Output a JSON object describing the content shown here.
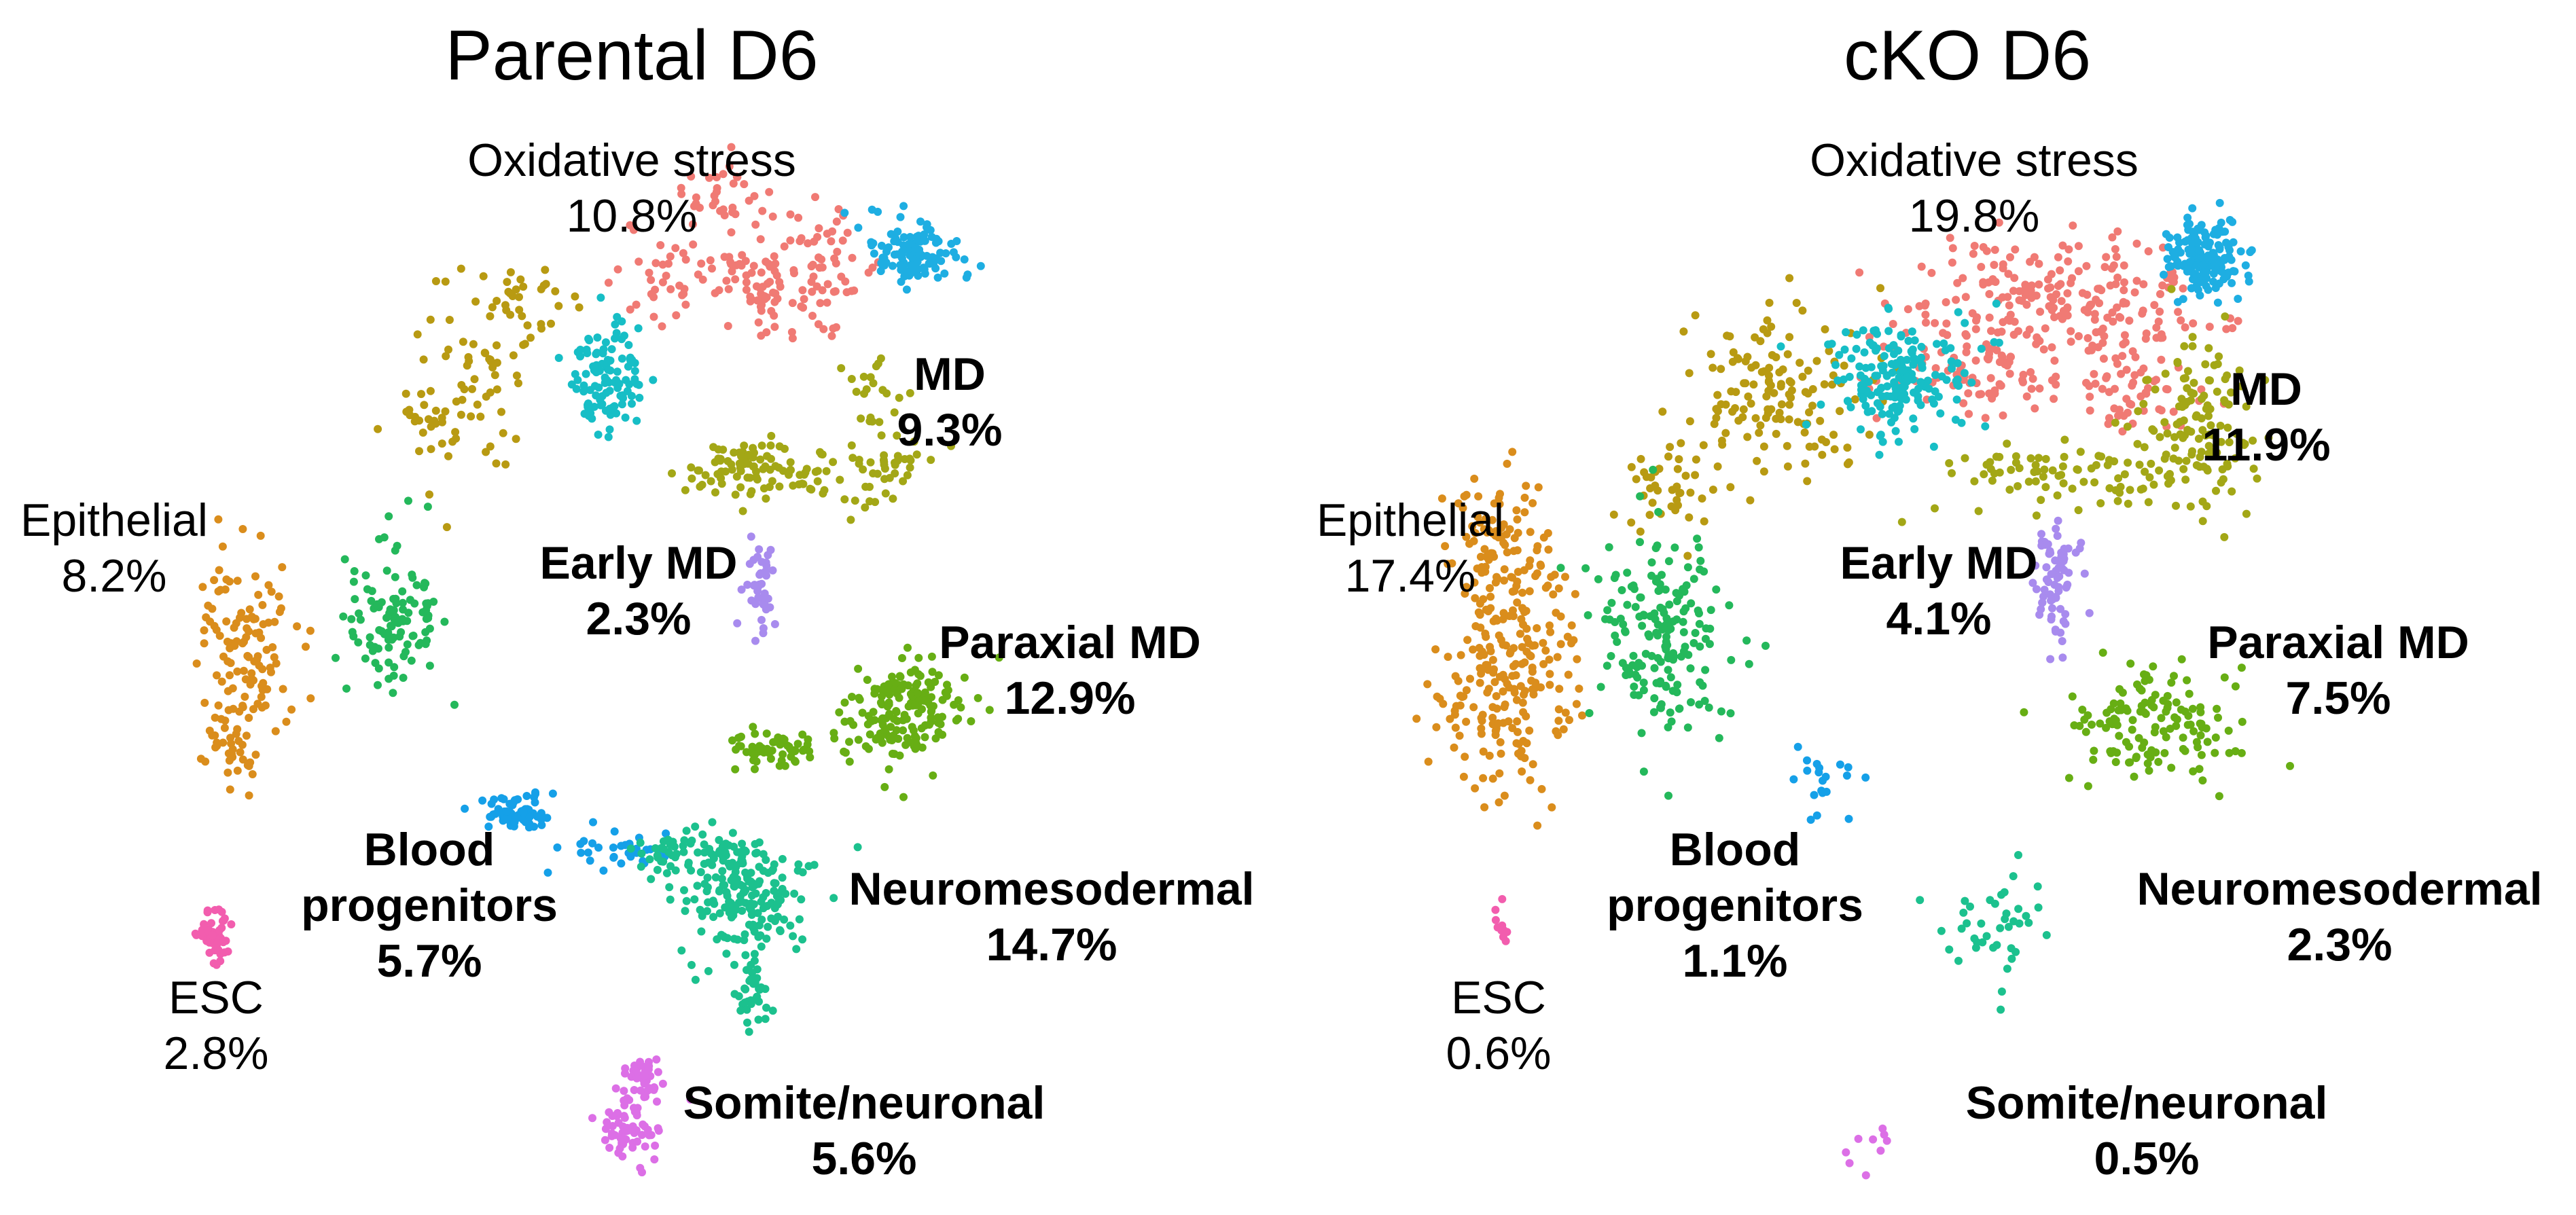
{
  "chart_data": [
    {
      "type": "scatter",
      "title": "Parental D6",
      "clusters": [
        {
          "key": "oxidative",
          "name": "Oxidative stress",
          "percent": "10.8%",
          "bold": false,
          "color": "#F07A74"
        },
        {
          "key": "md",
          "name": "MD",
          "percent": "9.3%",
          "bold": true,
          "color": "#A3A716"
        },
        {
          "key": "epithelial",
          "name": "Epithelial",
          "percent": "8.2%",
          "bold": false,
          "color": "#DA8D1C"
        },
        {
          "key": "early_md",
          "name": "Early MD",
          "percent": "2.3%",
          "bold": true,
          "color": "#A88BEE"
        },
        {
          "key": "paraxial_md",
          "name": "Paraxial MD",
          "percent": "12.9%",
          "bold": true,
          "color": "#67AE14"
        },
        {
          "key": "blood",
          "name": "Blood progenitors",
          "percent": "5.7%",
          "bold": true,
          "color": "#15A0E8"
        },
        {
          "key": "neuromeso",
          "name": "Neuromesodermal",
          "percent": "14.7%",
          "bold": true,
          "color": "#1CC18E"
        },
        {
          "key": "esc",
          "name": "ESC",
          "percent": "2.8%",
          "bold": false,
          "color": "#F25DAE"
        },
        {
          "key": "somite",
          "name": "Somite/neuronal",
          "percent": "5.6%",
          "bold": true,
          "color": "#DC6FE6"
        }
      ]
    },
    {
      "type": "scatter",
      "title": "cKO D6",
      "clusters": [
        {
          "key": "oxidative",
          "name": "Oxidative stress",
          "percent": "19.8%",
          "bold": false,
          "color": "#F07A74"
        },
        {
          "key": "md",
          "name": "MD",
          "percent": "11.9%",
          "bold": true,
          "color": "#A3A716"
        },
        {
          "key": "epithelial",
          "name": "Epithelial",
          "percent": "17.4%",
          "bold": false,
          "color": "#DA8D1C"
        },
        {
          "key": "early_md",
          "name": "Early MD",
          "percent": "4.1%",
          "bold": true,
          "color": "#A88BEE"
        },
        {
          "key": "paraxial_md",
          "name": "Paraxial MD",
          "percent": "7.5%",
          "bold": true,
          "color": "#67AE14"
        },
        {
          "key": "blood",
          "name": "Blood progenitors",
          "percent": "1.1%",
          "bold": true,
          "color": "#15A0E8"
        },
        {
          "key": "neuromeso",
          "name": "Neuromesodermal",
          "percent": "2.3%",
          "bold": true,
          "color": "#1CC18E"
        },
        {
          "key": "esc",
          "name": "ESC",
          "percent": "0.6%",
          "bold": false,
          "color": "#F25DAE"
        },
        {
          "key": "somite",
          "name": "Somite/neuronal",
          "percent": "0.5%",
          "bold": true,
          "color": "#DC6FE6"
        }
      ]
    }
  ],
  "labels": {
    "panel0": {
      "oxidative": {
        "l1": "Oxidative stress",
        "l2": "10.8%"
      },
      "md": {
        "l1": "MD",
        "l2": "9.3%"
      },
      "epithelial": {
        "l1": "Epithelial",
        "l2": "8.2%"
      },
      "early_md": {
        "l1": "Early MD",
        "l2": "2.3%"
      },
      "paraxial_md": {
        "l1": "Paraxial MD",
        "l2": "12.9%"
      },
      "blood": {
        "l1": "Blood",
        "l2": "progenitors",
        "l3": "5.7%"
      },
      "neuromeso": {
        "l1": "Neuromesodermal",
        "l2": "14.7%"
      },
      "esc": {
        "l1": "ESC",
        "l2": "2.8%"
      },
      "somite": {
        "l1": "Somite/neuronal",
        "l2": "5.6%"
      }
    },
    "panel1": {
      "oxidative": {
        "l1": "Oxidative stress",
        "l2": "19.8%"
      },
      "md": {
        "l1": "MD",
        "l2": "11.9%"
      },
      "epithelial": {
        "l1": "Epithelial",
        "l2": "17.4%"
      },
      "early_md": {
        "l1": "Early MD",
        "l2": "4.1%"
      },
      "paraxial_md": {
        "l1": "Paraxial MD",
        "l2": "7.5%"
      },
      "blood": {
        "l1": "Blood",
        "l2": "progenitors",
        "l3": "1.1%"
      },
      "neuromeso": {
        "l1": "Neuromesodermal",
        "l2": "2.3%"
      },
      "esc": {
        "l1": "ESC",
        "l2": "0.6%"
      },
      "somite": {
        "l1": "Somite/neuronal",
        "l2": "0.5%"
      }
    }
  }
}
